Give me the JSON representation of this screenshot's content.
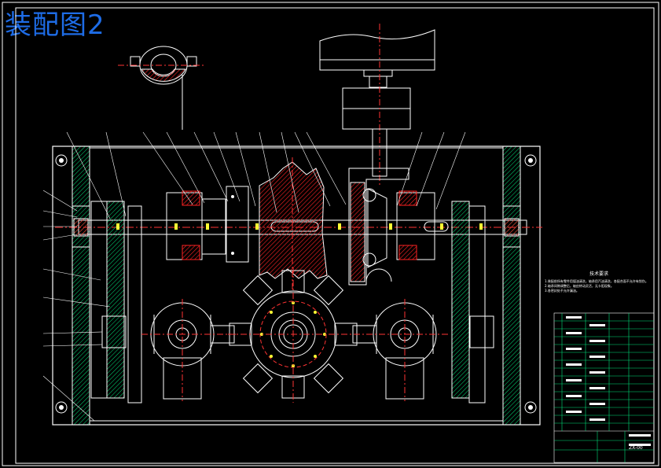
{
  "page": {
    "title": "装配图2"
  },
  "drawing": {
    "colors": {
      "background": "#000000",
      "outline": "#ffffff",
      "centerline": "#ff3333",
      "gear": "#ff2222",
      "hatch": "#00e07a",
      "title_text": "#1e6ce6",
      "highlight": "#ffff33",
      "accent": "#ff00ff"
    },
    "notes": {
      "title": "技术要求",
      "lines": [
        "1.装配前所有零件用煤油清洗，轴承用汽油清洗，各配合面不允许有划伤。",
        "2.轴承间隙调整后，轴应转动灵活，无卡阻现象。",
        "3.各密封处不允许漏油。"
      ]
    },
    "title_block": {
      "drawing_no": "ZX-00"
    }
  }
}
